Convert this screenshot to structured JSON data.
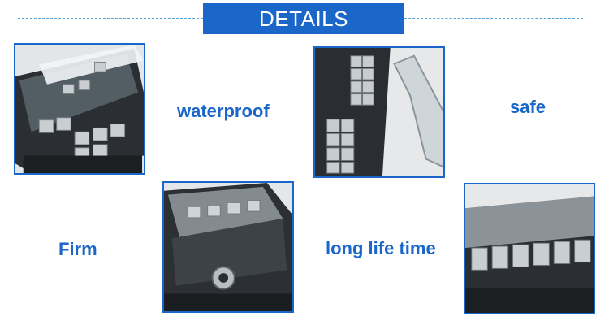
{
  "header": {
    "title": "DETAILS"
  },
  "features": [
    {
      "label": "waterproof"
    },
    {
      "label": "safe"
    },
    {
      "label": "Firm"
    },
    {
      "label": "long life time"
    }
  ],
  "colors": {
    "accent": "#1a66c9",
    "dashed_rule": "#5aa0d2"
  },
  "photos": [
    {
      "subject": "fuse-block-top-view"
    },
    {
      "subject": "fuse-block-terminals-open-cover"
    },
    {
      "subject": "fuse-block-side-input"
    },
    {
      "subject": "fuse-block-front-terminals"
    }
  ]
}
